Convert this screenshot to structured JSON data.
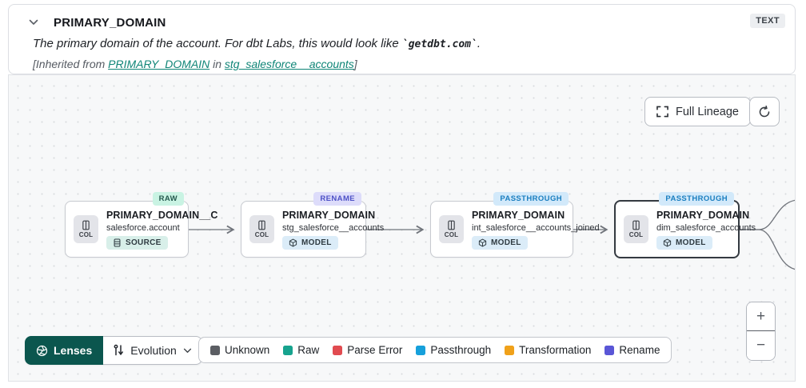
{
  "header": {
    "title": "PRIMARY_DOMAIN",
    "type_badge": "TEXT",
    "description_prefix": "The primary domain of the account. For dbt Labs, this would look like ",
    "description_code": "`getdbt.com`",
    "description_suffix": ".",
    "inherited_prefix": "[Inherited from ",
    "inherited_link_column": "PRIMARY_DOMAIN",
    "inherited_middle": " in ",
    "inherited_link_model": "stg_salesforce__accounts",
    "inherited_suffix": "]"
  },
  "toolbar": {
    "full_lineage_label": "Full Lineage"
  },
  "nodes": [
    {
      "tag": "RAW",
      "title": "PRIMARY_DOMAIN__C",
      "subtitle": "salesforce.account",
      "badge": "SOURCE",
      "col_label": "COL"
    },
    {
      "tag": "RENAME",
      "title": "PRIMARY_DOMAIN",
      "subtitle": "stg_salesforce__accounts",
      "badge": "MODEL",
      "col_label": "COL"
    },
    {
      "tag": "PASSTHROUGH",
      "title": "PRIMARY_DOMAIN",
      "subtitle": "int_salesforce__accounts_joined",
      "badge": "MODEL",
      "col_label": "COL"
    },
    {
      "tag": "PASSTHROUGH",
      "title": "PRIMARY_DOMAIN",
      "subtitle": "dim_salesforce_accounts",
      "badge": "MODEL",
      "col_label": "COL"
    }
  ],
  "footer": {
    "lenses_label": "Lenses",
    "lens_selected": "Evolution",
    "legend": [
      {
        "label": "Unknown",
        "color": "#5b5e63"
      },
      {
        "label": "Raw",
        "color": "#17a38e"
      },
      {
        "label": "Parse Error",
        "color": "#e14b50"
      },
      {
        "label": "Passthrough",
        "color": "#16a0db"
      },
      {
        "label": "Transformation",
        "color": "#f0a11a"
      },
      {
        "label": "Rename",
        "color": "#5a56d6"
      }
    ]
  },
  "zoom_controls": {
    "zoom_in": "+",
    "zoom_out": "−"
  }
}
